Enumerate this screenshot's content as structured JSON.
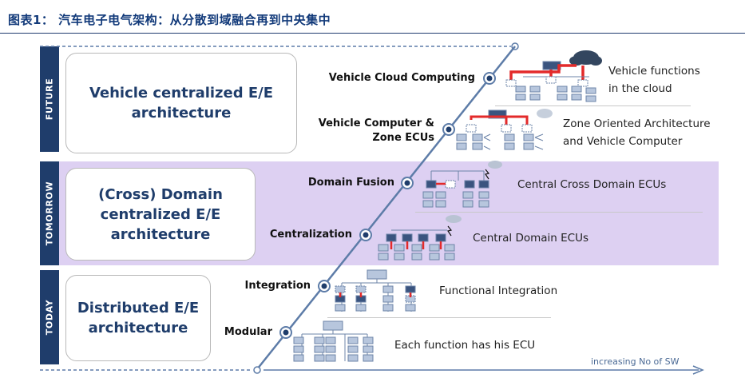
{
  "header": {
    "title": "图表1：  汽车电子电气架构：从分散到域融合再到中央集中"
  },
  "eras": [
    {
      "label": "FUTURE",
      "card_lines": [
        "Vehicle centralized E/E",
        "architecture"
      ]
    },
    {
      "label": "TOMORROW",
      "card_lines": [
        "(Cross) Domain",
        "centralized E/E",
        "architecture"
      ]
    },
    {
      "label": "TODAY",
      "card_lines": [
        "Distributed E/E",
        "architecture"
      ]
    }
  ],
  "stages": [
    {
      "name": "Vehicle Cloud Computing",
      "description_lines": [
        "Vehicle functions",
        "in the cloud"
      ]
    },
    {
      "name_lines": [
        "Vehicle Computer &",
        "Zone ECUs"
      ],
      "description_lines": [
        "Zone Oriented Architecture",
        "and Vehicle Computer"
      ]
    },
    {
      "name": "Domain Fusion",
      "description_lines": [
        "Central Cross Domain ECUs"
      ]
    },
    {
      "name": "Centralization",
      "description_lines": [
        "Central Domain ECUs"
      ]
    },
    {
      "name": "Integration",
      "description_lines": [
        "Functional Integration"
      ]
    },
    {
      "name": "Modular",
      "description_lines": [
        "Each function has his ECU"
      ]
    }
  ],
  "axis": {
    "label": "increasing No of SW"
  },
  "colors": {
    "navy": "#1f3d6b",
    "tomorrow_band": "#ddd0f2",
    "ecu_fill": "#b7c6dd",
    "ecu_dark": "#3a547f",
    "link_red": "#e32a2a",
    "cloud": "#33465f",
    "axis": "#4b6a95"
  }
}
